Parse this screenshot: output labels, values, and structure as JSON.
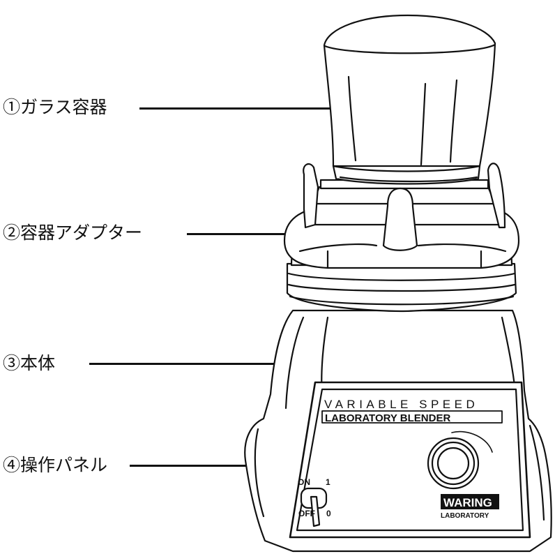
{
  "callouts": [
    {
      "id": "1",
      "label": "①ガラス容器"
    },
    {
      "id": "2",
      "label": "②容器アダプター"
    },
    {
      "id": "3",
      "label": "③本体"
    },
    {
      "id": "4",
      "label": "④操作パネル"
    }
  ],
  "panel": {
    "speed_title": "VARIABLE SPEED",
    "product_name": "LABORATORY BLENDER",
    "switch_on": "ON",
    "switch_on_number": "1",
    "switch_off": "OFF",
    "switch_off_number": "0",
    "brand": "WARING",
    "brand_sub": "LABORATORY"
  }
}
